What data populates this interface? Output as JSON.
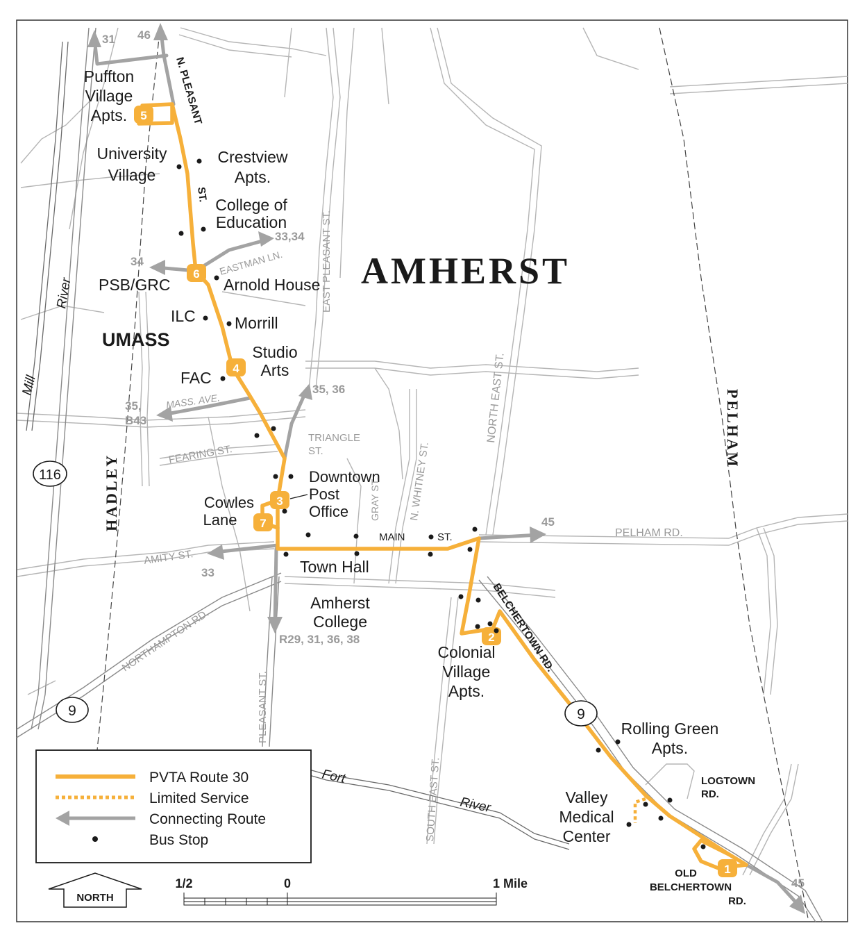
{
  "town_labels": {
    "amherst": "AMHERST",
    "hadley": "HADLEY",
    "pelham": "PELHAM",
    "umass": "UMASS"
  },
  "route_shields": {
    "r116": "116",
    "r9_west": "9",
    "r9_east": "9"
  },
  "places": {
    "puffton": [
      "Puffton",
      "Village",
      "Apts."
    ],
    "university_village": [
      "University",
      "Village"
    ],
    "crestview": [
      "Crestview",
      "Apts."
    ],
    "college_of_education": [
      "College of",
      "Education"
    ],
    "psb_grc": "PSB/GRC",
    "arnold_house": "Arnold House",
    "ilc": "ILC",
    "morrill": "Morrill",
    "studio_arts": [
      "Studio",
      "Arts"
    ],
    "fac": "FAC",
    "downtown_post_office": [
      "Downtown",
      "Post",
      "Office"
    ],
    "cowles_lane": [
      "Cowles",
      "Lane"
    ],
    "town_hall": "Town Hall",
    "amherst_college": [
      "Amherst",
      "College"
    ],
    "colonial_village": [
      "Colonial",
      "Village",
      "Apts."
    ],
    "rolling_green": [
      "Rolling Green",
      "Apts."
    ],
    "valley_medical": [
      "Valley",
      "Medical",
      "Center"
    ]
  },
  "streets": {
    "n_pleasant": "N. PLEASANT",
    "st": "ST.",
    "eastman_ln": "EASTMAN LN.",
    "east_pleasant_st": "EAST PLEASANT ST.",
    "mass_ave": "MASS. AVE.",
    "fearing_st": "FEARING ST.",
    "triangle_st": [
      "TRIANGLE",
      "ST."
    ],
    "gray_st": "GRAY ST.",
    "n_whitney_st": "N. WHITNEY ST.",
    "north_east_st": "NORTH EAST ST.",
    "main": "MAIN",
    "main_st": "ST.",
    "pelham_rd": "PELHAM RD.",
    "amity_st": "AMITY ST.",
    "northampton_rd": "NORTHAMPTON RD.",
    "pleasant_st": "PLEASANT ST.",
    "south_east_st": "SOUTH EAST ST.",
    "belchertown_rd": "BELCHERTOWN RD.",
    "logtown_rd": [
      "LOGTOWN",
      "RD."
    ],
    "old_belchertown_rd": [
      "OLD",
      "BELCHERTOWN",
      "RD."
    ]
  },
  "water": {
    "mill": "Mill",
    "river_mill": "River",
    "fort": "Fort",
    "river_fort": "River"
  },
  "connecting_routes": {
    "r31": "31",
    "r46": "46",
    "r33_34": "33,34",
    "r34": "34",
    "r35_36": "35, 36",
    "r35_b43": [
      "35,",
      "B43"
    ],
    "r45_main": "45",
    "r33": "33",
    "college_routes": "R29, 31, 36, 38",
    "r45_south": "45"
  },
  "stops_numbered": [
    "1",
    "2",
    "3",
    "4",
    "5",
    "6",
    "7"
  ],
  "legend": {
    "route": "PVTA Route 30",
    "limited": "Limited Service",
    "connecting": "Connecting Route",
    "bus_stop": "Bus Stop"
  },
  "scale": {
    "half": "1/2",
    "zero": "0",
    "one": "1 Mile"
  },
  "north_label": "NORTH",
  "colors": {
    "route": "#f6b03a",
    "connecting": "#a3a3a3",
    "roads": "#b5b5b5",
    "text": "#1a1a1a"
  }
}
